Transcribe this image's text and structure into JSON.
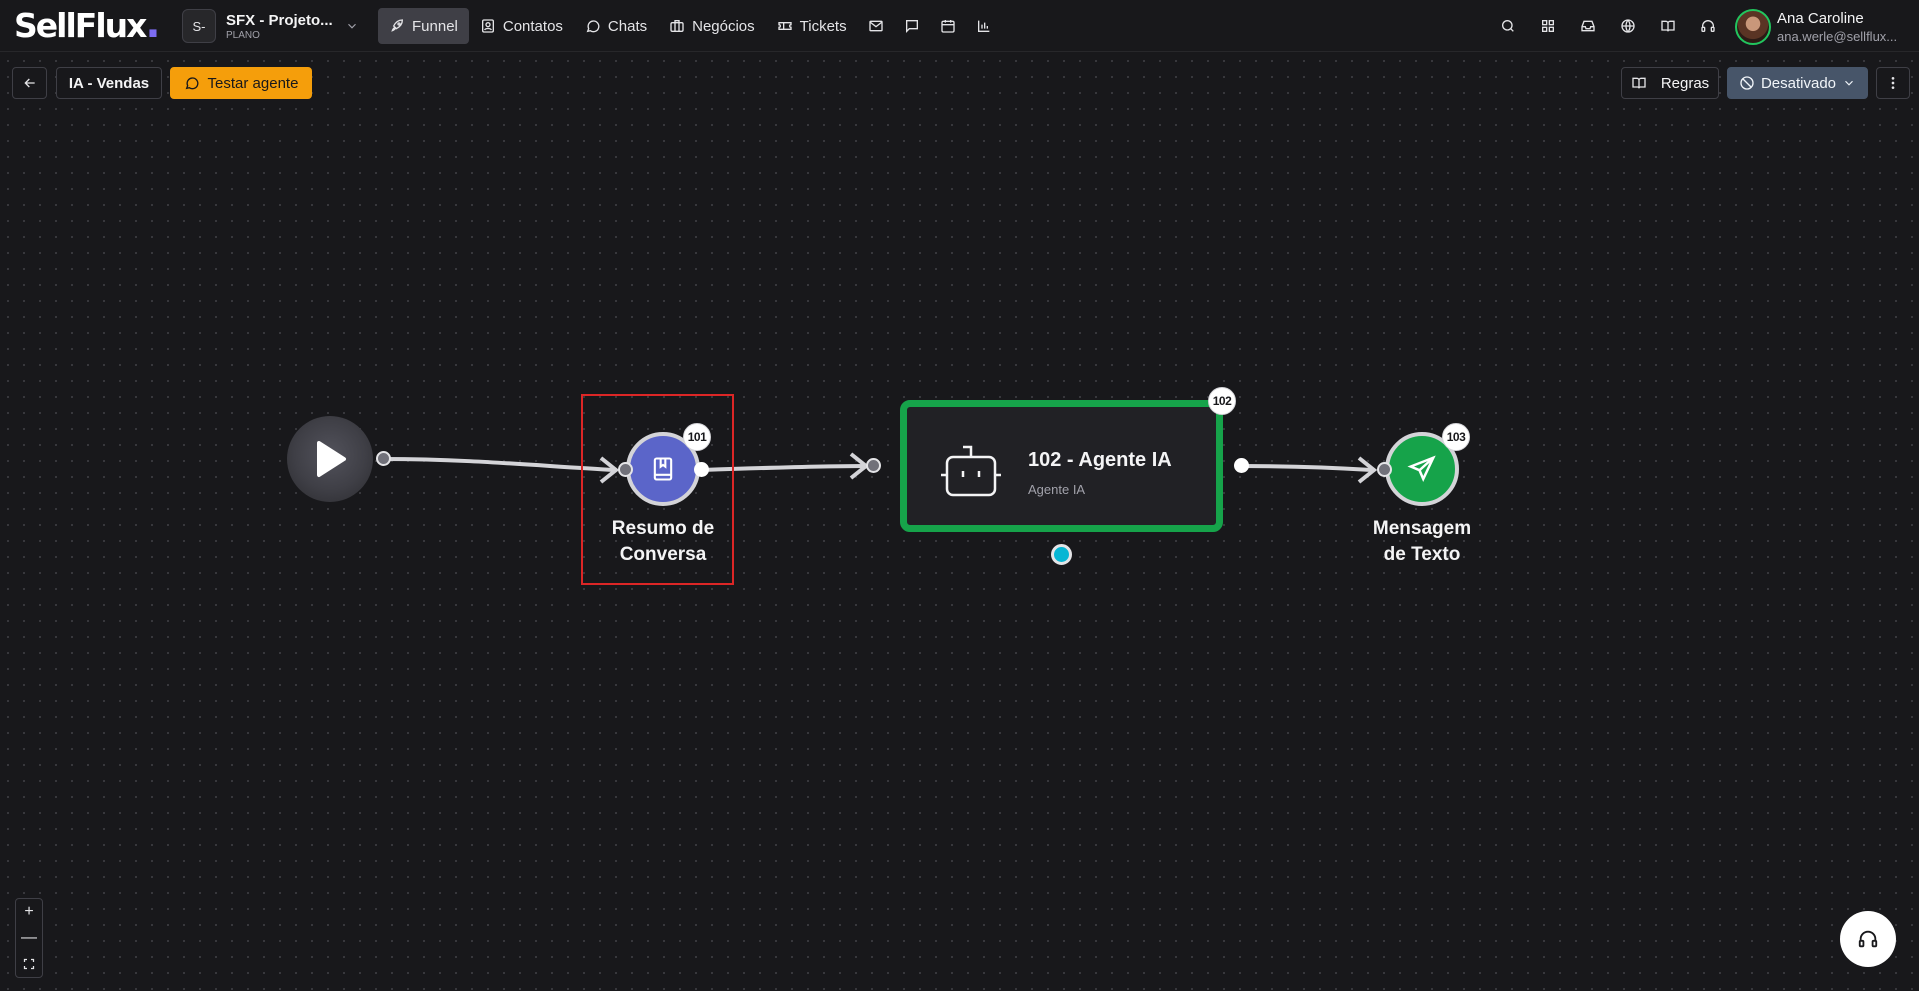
{
  "header": {
    "logo_text": "SellFlux",
    "logo_dot": ".",
    "project": {
      "initial": "S-",
      "name": "SFX - Projeto...",
      "plan": "PLANO"
    },
    "nav": [
      {
        "label": "Funnel",
        "icon": "rocket-icon",
        "active": true
      },
      {
        "label": "Contatos",
        "icon": "contacts-icon"
      },
      {
        "label": "Chats",
        "icon": "chat-icon"
      },
      {
        "label": "Negócios",
        "icon": "briefcase-icon"
      },
      {
        "label": "Tickets",
        "icon": "ticket-icon"
      }
    ],
    "nav_icons": [
      "mail-icon",
      "message-square-icon",
      "calendar-icon",
      "bar-chart-icon"
    ],
    "right_icons": [
      "search-icon",
      "apps-grid-icon",
      "inbox-icon",
      "globe-icon",
      "book-open-icon",
      "headset-icon"
    ],
    "user": {
      "name": "Ana Caroline",
      "email": "ana.werle@sellflux..."
    }
  },
  "toolbar": {
    "back_icon": "arrow-left-icon",
    "flow_title": "IA - Vendas",
    "test_label": "Testar agente",
    "rules_label": "Regras",
    "status_label": "Desativado"
  },
  "flow": {
    "nodes": {
      "start": {
        "icon": "play-icon"
      },
      "n101": {
        "id": "101",
        "label_line1": "Resumo de",
        "label_line2": "Conversa",
        "icon": "book-icon",
        "color": "#5b65c9"
      },
      "n102": {
        "id": "102",
        "title": "102 - Agente IA",
        "subtitle": "Agente IA",
        "icon": "bot-icon",
        "border_color": "#16a34a"
      },
      "n103": {
        "id": "103",
        "label_line1": "Mensagem",
        "label_line2": "de Texto",
        "icon": "send-icon",
        "color": "#16a34a"
      }
    },
    "highlight_color": "#dc2626"
  },
  "controls": {
    "zoom_in": "+",
    "zoom_out": "—",
    "fit_icon": "fit-view-icon",
    "support_icon": "headset-icon"
  },
  "colors": {
    "background": "#18181b",
    "accent_orange": "#f59e0b",
    "status_slate": "#475569"
  }
}
